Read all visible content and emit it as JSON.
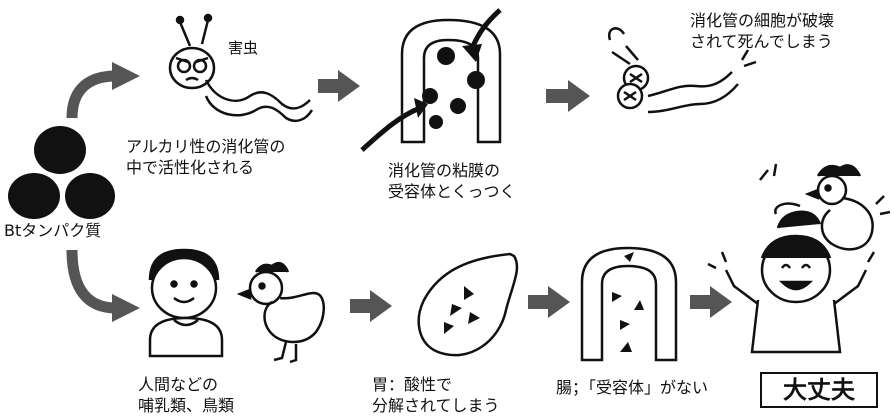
{
  "labels": {
    "pest": "害虫",
    "bt_protein": "Btタンパク質",
    "activated_line1": "アルカリ性の消化管の",
    "activated_line2": "中で活性化される",
    "receptor_line1": "消化管の粘膜の",
    "receptor_line2": "受容体とくっつく",
    "destroyed_line1": "消化管の細胞が破壊",
    "destroyed_line2": "されて死んでしまう",
    "humans_line1": "人間などの",
    "humans_line2": "哺乳類、鳥類",
    "stomach_line1": "胃：酸性で",
    "stomach_line2": "分解されてしまう",
    "intestine": "腸；「受容体」がない",
    "safe": "大丈夫"
  },
  "icons": [
    "bt-protein-ball-icon",
    "curved-arrow-up-icon",
    "curved-arrow-down-icon",
    "arrow-right-icon",
    "caterpillar-angry-icon",
    "gut-receptor-icon",
    "caterpillar-dead-icon",
    "child-icon",
    "chicken-icon",
    "stomach-icon",
    "intestine-no-receptor-icon",
    "happy-child-with-chicken-icon"
  ],
  "colors": {
    "ink": "#111111",
    "arrow_gray": "#555555",
    "background": "#ffffff"
  }
}
